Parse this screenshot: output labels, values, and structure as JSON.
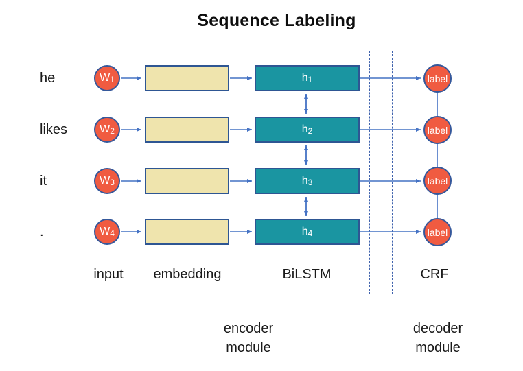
{
  "title": "Sequence Labeling",
  "rows": [
    {
      "word": "he",
      "w_base": "W",
      "w_sub": "1",
      "h_base": "h",
      "h_sub": "1",
      "label": "label"
    },
    {
      "word": "likes",
      "w_base": "W",
      "w_sub": "2",
      "h_base": "h",
      "h_sub": "2",
      "label": "label"
    },
    {
      "word": "it",
      "w_base": "W",
      "w_sub": "3",
      "h_base": "h",
      "h_sub": "3",
      "label": "label"
    },
    {
      "word": ".",
      "w_base": "W",
      "w_sub": "4",
      "h_base": "h",
      "h_sub": "4",
      "label": "label"
    }
  ],
  "columns": {
    "input": "input",
    "embedding": "embedding",
    "bilstm": "BiLSTM",
    "crf": "CRF"
  },
  "modules": {
    "encoder_line1": "encoder",
    "encoder_line2": "module",
    "decoder_line1": "decoder",
    "decoder_line2": "module"
  },
  "colors": {
    "node_fill": "#f05b41",
    "node_border": "#35589b",
    "embedding_fill": "#efe4ad",
    "hidden_fill": "#1a95a1",
    "box_border": "#2e5693",
    "arrow": "#4472c4",
    "dashed_border": "#3f62ad",
    "title_text": "#0d0d0d"
  }
}
